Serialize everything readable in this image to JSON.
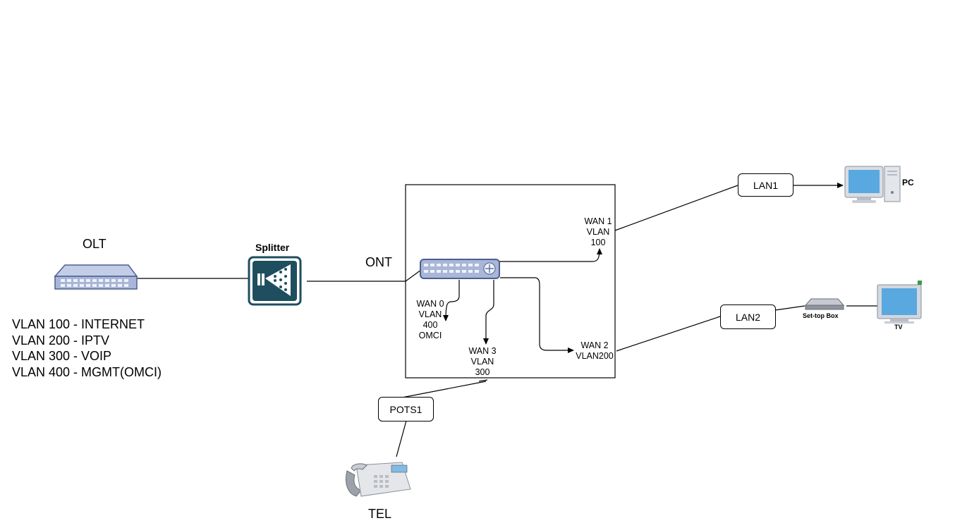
{
  "devices": {
    "olt": "OLT",
    "splitter": "Splitter",
    "ont": "ONT",
    "pc": "PC",
    "set_top_box": "Set-top Box",
    "tv": "TV",
    "tel": "TEL"
  },
  "ports": {
    "lan1": "LAN1",
    "lan2": "LAN2",
    "pots1": "POTS1"
  },
  "wan": {
    "wan0": [
      "WAN 0",
      "VLAN",
      "400",
      "OMCI"
    ],
    "wan1": [
      "WAN 1",
      "VLAN",
      "100"
    ],
    "wan2": [
      "WAN 2",
      "VLAN200"
    ],
    "wan3": [
      "WAN 3",
      "VLAN",
      "300"
    ]
  },
  "legend": [
    "VLAN 100 - INTERNET",
    "VLAN 200 - IPTV",
    "VLAN 300 - VOIP",
    "VLAN 400 - MGMT(OMCI)"
  ],
  "colors": {
    "device_blue": "#a9b6d8",
    "device_stroke": "#4d5f8f",
    "splitter_bg": "#1f4e5f",
    "screen_blue": "#5aa8e0"
  },
  "icons": [
    "olt-icon",
    "splitter-icon",
    "ont-icon",
    "pc-icon",
    "set-top-box-icon",
    "tv-icon",
    "telephone-icon"
  ]
}
